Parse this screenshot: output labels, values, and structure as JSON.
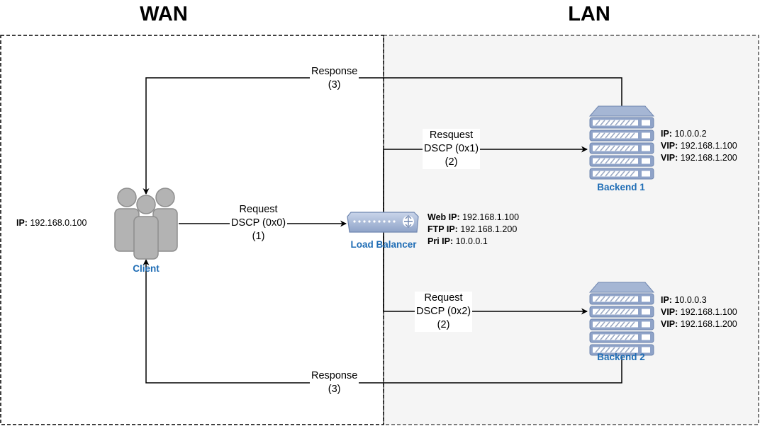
{
  "zones": {
    "wan": {
      "title": "WAN"
    },
    "lan": {
      "title": "LAN"
    }
  },
  "nodes": {
    "client": {
      "label": "Client",
      "info": [
        {
          "key": "IP:",
          "value": "192.168.0.100"
        }
      ]
    },
    "load_balancer": {
      "label": "Load Balancer",
      "info": [
        {
          "key": "Web IP:",
          "value": "192.168.1.100"
        },
        {
          "key": "FTP IP:",
          "value": "192.168.1.200"
        },
        {
          "key": "Pri IP:",
          "value": "10.0.0.1"
        }
      ]
    },
    "backend1": {
      "label": "Backend 1",
      "info": [
        {
          "key": "IP:",
          "value": "10.0.0.2"
        },
        {
          "key": "VIP:",
          "value": "192.168.1.100"
        },
        {
          "key": "VIP:",
          "value": "192.168.1.200"
        }
      ]
    },
    "backend2": {
      "label": "Backend 2",
      "info": [
        {
          "key": "IP:",
          "value": "10.0.0.3"
        },
        {
          "key": "VIP:",
          "value": "192.168.1.100"
        },
        {
          "key": "VIP:",
          "value": "192.168.1.200"
        }
      ]
    }
  },
  "edges": {
    "client_to_lb": {
      "lines": [
        "Request",
        "DSCP (0x0)",
        "(1)"
      ]
    },
    "lb_to_backend1": {
      "lines": [
        "Resquest",
        "DSCP (0x1)",
        "(2)"
      ]
    },
    "lb_to_backend2": {
      "lines": [
        "Request",
        "DSCP (0x2)",
        "(2)"
      ]
    },
    "backend1_to_client": {
      "lines": [
        "Response",
        "(3)"
      ]
    },
    "backend2_to_client": {
      "lines": [
        "Response",
        "(3)"
      ]
    }
  },
  "colors": {
    "node_label": "#1f6db5",
    "icon_fill": "#b3b3b3",
    "icon_stroke": "#8e8e8e",
    "server_top": "#a5b6d4",
    "lan_background": "#f5f5f5"
  }
}
